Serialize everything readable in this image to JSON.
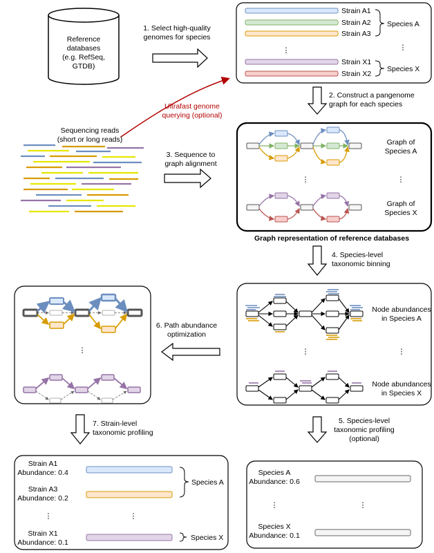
{
  "db": {
    "line1": "Reference",
    "line2": "databases",
    "line3": "(e.g. RefSeq,",
    "line4": "GTDB)"
  },
  "steps": {
    "s1_l1": "1. Select high-quality",
    "s1_l2": "genomes for species",
    "s2_l1": "2. Construct a pangenome",
    "s2_l2": "graph for each species",
    "s3_l1": "3. Sequence to",
    "s3_l2": "graph alignment",
    "s4_l1": "4. Species-level",
    "s4_l2": "taxonomic binning",
    "s5_l1": "5. Species-level",
    "s5_l2": "taxonomic profiling",
    "s5_l3": "(optional)",
    "s6_l1": "6. Path abundance",
    "s6_l2": "optimization",
    "s7_l1": "7. Strain-level",
    "s7_l2": "taxonomic profiling"
  },
  "ultrafast": {
    "l1": "Ultrafast genome",
    "l2": "querying (optional)"
  },
  "reads": {
    "l1": "Sequencing reads",
    "l2": "(short or long reads)"
  },
  "strains": {
    "a1": "Strain A1",
    "a2": "Strain A2",
    "a3": "Strain A3",
    "x1": "Strain X1",
    "x2": "Strain X2",
    "species_a": "Species A",
    "species_x": "Species X"
  },
  "graphs": {
    "a_l1": "Graph of",
    "a_l2": "Species A",
    "x_l1": "Graph of",
    "x_l2": "Species X",
    "caption": "Graph representation of reference databases"
  },
  "node_ab": {
    "a_l1": "Node abundances",
    "a_l2": "in Species A",
    "x_l1": "Node abundances",
    "x_l2": "in Species X"
  },
  "strain_profile": {
    "a1_name": "Strain A1",
    "a1_ab": "Abundance: 0.4",
    "a3_name": "Strain A3",
    "a3_ab": "Abundance: 0.2",
    "x1_name": "Strain X1",
    "x1_ab": "Abundance: 0.1",
    "species_a": "Species A",
    "species_x": "Species X"
  },
  "species_profile": {
    "a_name": "Species A",
    "a_ab": "Abundance: 0.6",
    "x_name": "Species X",
    "x_ab": "Abundance: 0.1"
  },
  "ellipsis": "⋮",
  "colors": {
    "blue": "#6c8ebf",
    "blue_fill": "#dae8fc",
    "green": "#82b366",
    "green_fill": "#d5e8d4",
    "orange": "#d79b00",
    "orange_fill": "#ffe6cc",
    "purple": "#9673a6",
    "purple_fill": "#e1d5e7",
    "red": "#b85450",
    "red_fill": "#f8cecc",
    "yellow": "#e6e600",
    "dark_red": "#b30000"
  }
}
